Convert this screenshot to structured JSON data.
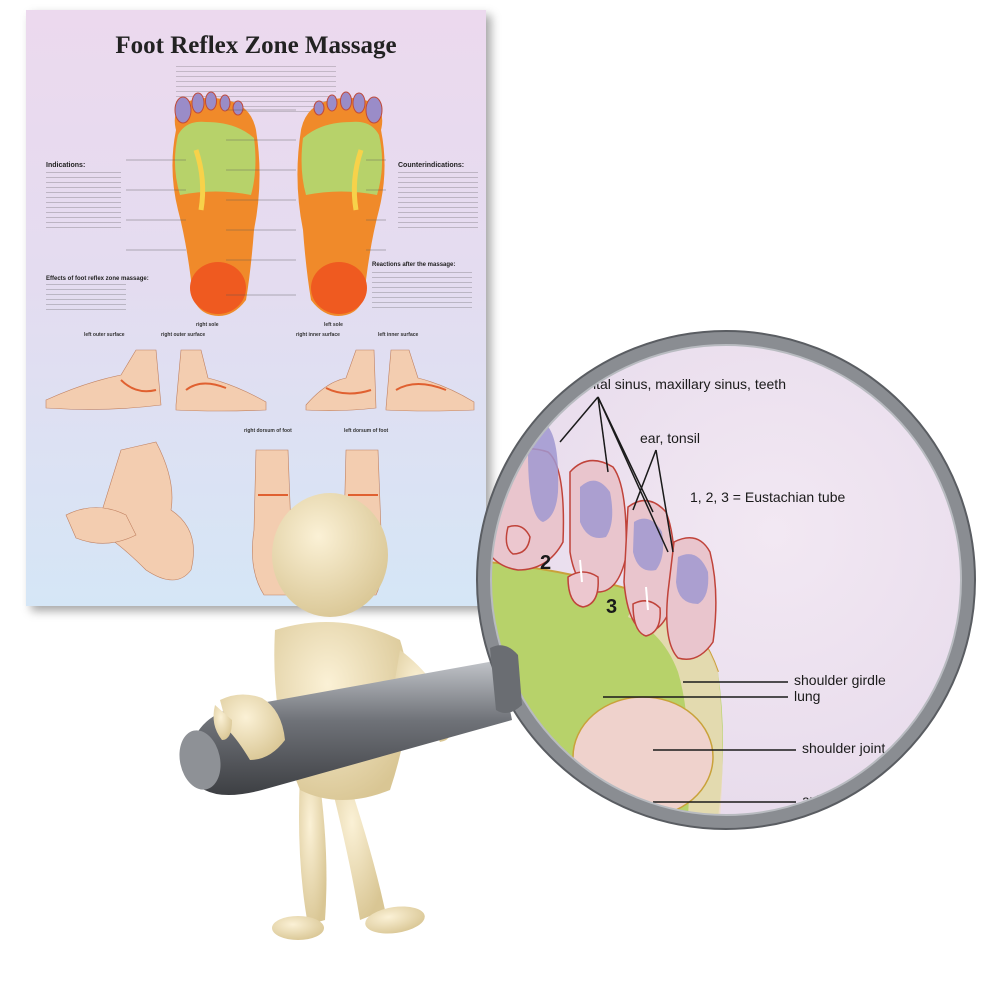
{
  "poster": {
    "title": "Foot Reflex Zone Massage",
    "sections": {
      "indications": "Indications:",
      "contraindications": "Counterindications:",
      "effects": "Effects of foot reflex zone massage:",
      "reactions": "Reactions after the massage:"
    },
    "views": {
      "right_sole": "right sole",
      "left_sole": "left sole",
      "left_outer_surface": "left outer surface",
      "right_outer_surface": "right outer surface",
      "right_inner_surface": "right inner surface",
      "left_inner_surface": "left inner surface",
      "right_dorsum": "right dorsum of foot",
      "left_dorsum": "left dorsum of foot"
    }
  },
  "magnifier": {
    "labels": {
      "sinus": "frontal sinus, maxillary sinus, teeth",
      "ear": "ear, tonsil",
      "eustachian": "1, 2, 3 = Eustachian tube",
      "shoulder_girdle": "shoulder girdle",
      "lung": "lung",
      "shoulder_joint": "shoulder joint",
      "axilla": "axilla"
    },
    "numbers": {
      "two": "2",
      "three": "3"
    }
  },
  "colors": {
    "poster_top": "#ecd9ee",
    "poster_bottom": "#d5e6f6",
    "zone_orange": "#f08a2a",
    "zone_green": "#b7d26a",
    "zone_purple": "#9a8cc8",
    "magnifier_frame": "#8a8d92",
    "figure_skin": "#efe0b8"
  }
}
